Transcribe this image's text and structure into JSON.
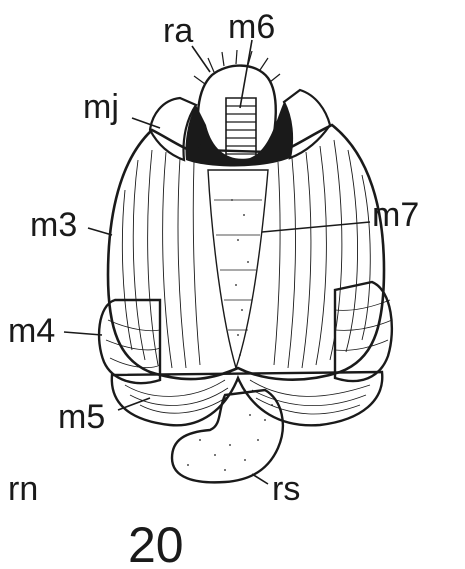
{
  "labels": {
    "ra": "ra",
    "m6": "m6",
    "mj": "mj",
    "m3": "m3",
    "m7": "m7",
    "m4": "m4",
    "m5": "m5",
    "rn": "rn",
    "rs": "rs"
  },
  "figure_number": "20",
  "colors": {
    "ink": "#1a1a1a",
    "paper": "#ffffff"
  }
}
